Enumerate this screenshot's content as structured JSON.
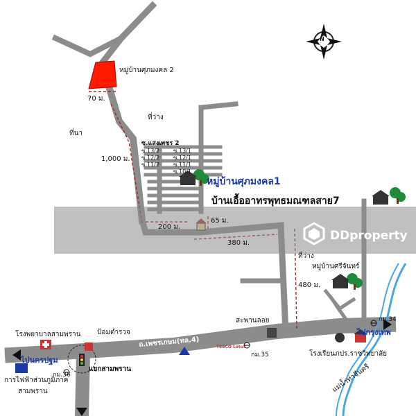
{
  "compass": {
    "north_letter": "N"
  },
  "places": {
    "village2": "หมู่บ้านศุภมงคล 2",
    "rice_field": "ที่นา",
    "vacant_top": "ที่ว่าง",
    "village1": "หมู่บ้านศุภมงคล1",
    "baan_ua": "บ้านเอื้ออาทรพุทธมณฑลสาย7",
    "vacant_mid": "ที่ว่าง",
    "sri_jan": "หมู่บ้านศรีจันทร์",
    "bridge": "สะพานลอย",
    "police": "ป้อมตำรวจ",
    "hospital": "โรงพยาบาลสามพราน",
    "electric1": "การไฟฟ้าส่วนภูมิภาค",
    "electric2": "สามพราน",
    "school": "โรงเรียนภปร.ราชวิทยาลัย",
    "river": "แม่น้ำท่าจีนครี",
    "intersection": "แยกสามพราน"
  },
  "sois": {
    "s1": "ซ.แสงเพชร 2",
    "s2": "ซ.13/2",
    "s3": "ซ.13/1",
    "s4": "ซ.12/2",
    "s5": "ซ.12/1",
    "s6": "ซ.11/2",
    "s7": "ซ.11/1",
    "s8": "ซ.10/1"
  },
  "distances": {
    "d70": "70 ม.",
    "d1000": "1,000 ม.",
    "d200": "200 ม.",
    "d65": "65 ม.",
    "d380": "380 ม.",
    "d480": "480 ม."
  },
  "roads": {
    "petchkasem": "ถ.เพชรเกษม(ทล.4)",
    "to_bangkok": "ไปกรุงเทพ",
    "to_nakhon_pathom": "ไปนครปฐม",
    "km34": "กม.34",
    "km35": "กม.35",
    "km36": "กม.36",
    "tesco": "TESCO Lotus"
  },
  "watermark": {
    "brand": "DDproperty"
  },
  "colors": {
    "road": "#8c8c8c",
    "plot": "#ff1a00",
    "dash": "#b22222",
    "banner": "#8c8c8c",
    "tree": "#1f8a3a",
    "river": "#4aa8e0"
  }
}
